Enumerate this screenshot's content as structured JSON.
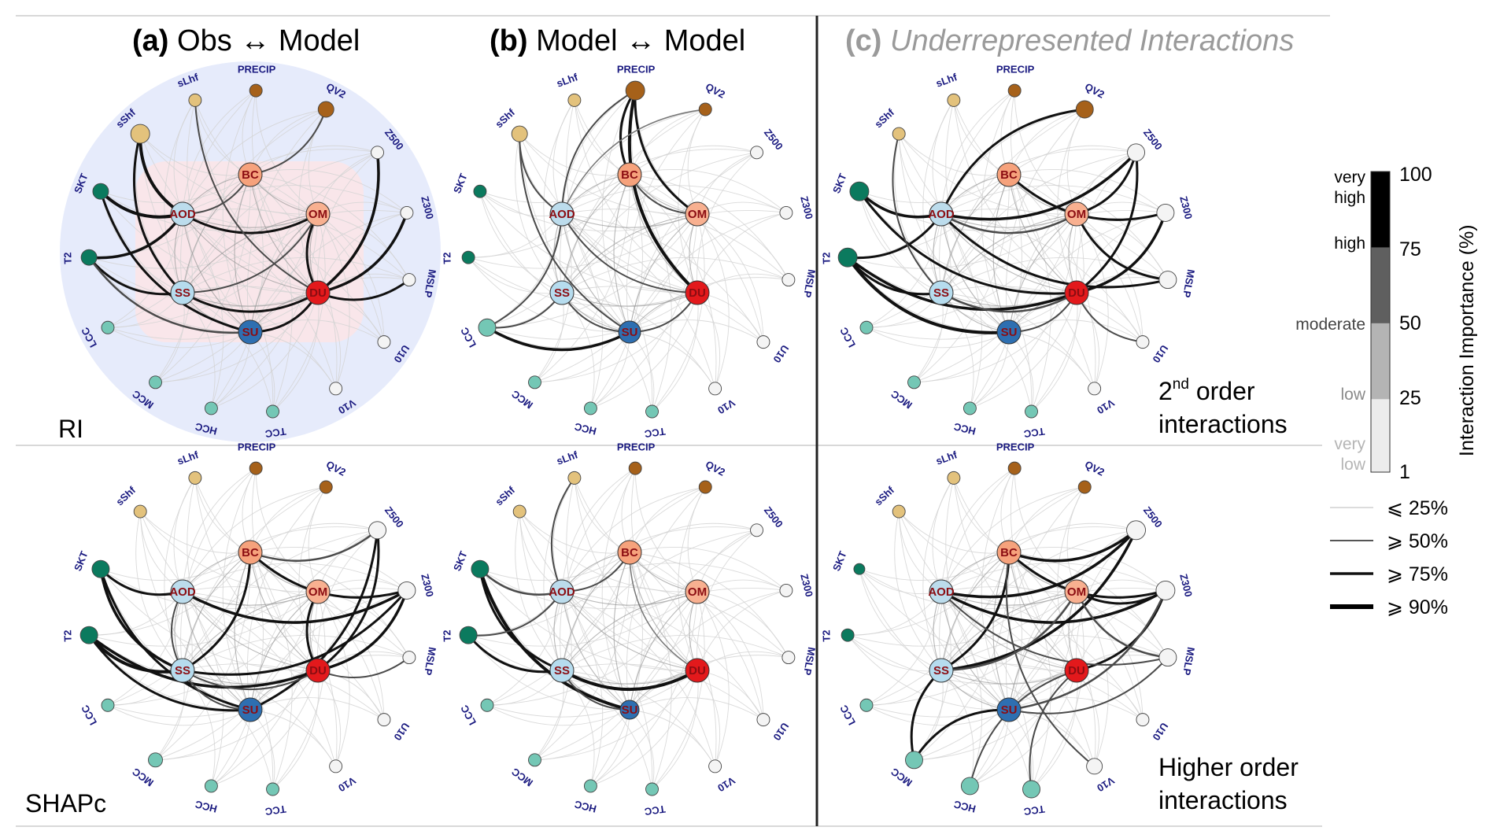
{
  "titles": {
    "a_tag": "(a)",
    "a_text": "Obs ↔ Model",
    "b_tag": "(b)",
    "b_text": "Model ↔ Model",
    "c_tag": "(c)",
    "c_text": "Underrepresented Interactions"
  },
  "row_labels": {
    "top": "RI",
    "bottom": "SHAPc"
  },
  "panel_notes": {
    "second_sup": "nd",
    "second_pre": "2",
    "second_line1_rest": " order",
    "second_line2": "interactions",
    "higher_line1": "Higher order",
    "higher_line2": "interactions"
  },
  "colorbar": {
    "title": "Interaction Importance (%)",
    "ticks": [
      "100",
      "75",
      "50",
      "25",
      "1"
    ],
    "levels": [
      "very",
      "high",
      "high",
      "moderate",
      "low",
      "very",
      "low"
    ],
    "segments": [
      {
        "from": 75,
        "to": 100,
        "color": "#000000"
      },
      {
        "from": 50,
        "to": 75,
        "color": "#5f5f5f"
      },
      {
        "from": 25,
        "to": 50,
        "color": "#b4b4b4"
      },
      {
        "from": 1,
        "to": 25,
        "color": "#ececec"
      }
    ]
  },
  "line_legend": [
    {
      "label": "⩽ 25%",
      "width": 1.2,
      "color": "#c8c8c8"
    },
    {
      "label": "⩾ 50%",
      "width": 2,
      "color": "#555555"
    },
    {
      "label": "⩾ 75%",
      "width": 3.5,
      "color": "#111111"
    },
    {
      "label": "⩾ 90%",
      "width": 6,
      "color": "#000000"
    }
  ],
  "node_colors": {
    "flux": "#e3c27c",
    "precip": "#a6611a",
    "skt": "#0b7a5e",
    "cloud": "#74c7b5",
    "met": "#f4f4f4",
    "bc": "#f6a27c",
    "om": "#f8b090",
    "du": "#e3191c",
    "su": "#2e6fb1",
    "ss": "#b6dcee",
    "aod": "#bcdcec"
  },
  "aerosols": [
    {
      "id": "BC",
      "label": "BC",
      "color": "bc"
    },
    {
      "id": "AOD",
      "label": "AOD",
      "color": "aod"
    },
    {
      "id": "OM",
      "label": "OM",
      "color": "om"
    },
    {
      "id": "SS",
      "label": "SS",
      "color": "ss"
    },
    {
      "id": "DU",
      "label": "DU",
      "color": "du"
    },
    {
      "id": "SU",
      "label": "SU",
      "color": "su"
    }
  ],
  "variables": [
    {
      "id": "PRECIP",
      "label": "PRECIP",
      "color": "precip"
    },
    {
      "id": "QV2",
      "label": "QV2",
      "color": "precip"
    },
    {
      "id": "Z500",
      "label": "Z500",
      "color": "met"
    },
    {
      "id": "Z300",
      "label": "Z300",
      "color": "met"
    },
    {
      "id": "MSLP",
      "label": "MSLP",
      "color": "met"
    },
    {
      "id": "U10",
      "label": "U10",
      "color": "met"
    },
    {
      "id": "V10",
      "label": "V10",
      "color": "met"
    },
    {
      "id": "TCC",
      "label": "TCC",
      "color": "cloud"
    },
    {
      "id": "HCC",
      "label": "HCC",
      "color": "cloud"
    },
    {
      "id": "MCC",
      "label": "MCC",
      "color": "cloud"
    },
    {
      "id": "LCC",
      "label": "LCC",
      "color": "cloud"
    },
    {
      "id": "T2",
      "label": "T2",
      "color": "skt"
    },
    {
      "id": "SKT",
      "label": "SKT",
      "color": "skt"
    },
    {
      "id": "sShf",
      "label": "sShf",
      "color": "flux"
    },
    {
      "id": "sLhf",
      "label": "sLhf",
      "color": "flux"
    }
  ],
  "panels": [
    {
      "id": "a-ri",
      "strong": [
        [
          "SKT",
          "AOD",
          4
        ],
        [
          "T2",
          "AOD",
          3.5
        ],
        [
          "T2",
          "SS",
          3
        ],
        [
          "T2",
          "SU",
          2.5
        ],
        [
          "sShf",
          "AOD",
          4
        ],
        [
          "sShf",
          "SS",
          3
        ],
        [
          "AOD",
          "OM",
          3
        ],
        [
          "SS",
          "DU",
          3
        ],
        [
          "SU",
          "DU",
          3
        ],
        [
          "OM",
          "DU",
          3
        ],
        [
          "DU",
          "Z300",
          3.5
        ],
        [
          "DU",
          "MSLP",
          3
        ],
        [
          "DU",
          "Z500",
          3.5
        ],
        [
          "BC",
          "QV2",
          2
        ],
        [
          "SKT",
          "SU",
          3
        ],
        [
          "AOD",
          "BC",
          2
        ],
        [
          "sLhf",
          "DU",
          2
        ],
        [
          "SS",
          "OM",
          2
        ]
      ],
      "node_size": {
        "PRECIP": 8,
        "QV2": 10,
        "sShf": 12,
        "SKT": 10,
        "T2": 10
      }
    },
    {
      "id": "b-ri",
      "strong": [
        [
          "PRECIP",
          "DU",
          4
        ],
        [
          "PRECIP",
          "BC",
          3
        ],
        [
          "PRECIP",
          "OM",
          3
        ],
        [
          "PRECIP",
          "AOD",
          2
        ],
        [
          "LCC",
          "SU",
          3.5
        ],
        [
          "LCC",
          "AOD",
          2
        ],
        [
          "LCC",
          "SS",
          2
        ],
        [
          "SS",
          "SU",
          2
        ],
        [
          "AOD",
          "DU",
          2
        ],
        [
          "sShf",
          "AOD",
          2
        ],
        [
          "sShf",
          "SU",
          2
        ],
        [
          "BC",
          "OM",
          2
        ],
        [
          "SU",
          "DU",
          2
        ],
        [
          "QV2",
          "AOD",
          1.5
        ]
      ],
      "node_size": {
        "PRECIP": 12,
        "LCC": 11,
        "sShf": 10,
        "DU": 15,
        "SU": 14
      }
    },
    {
      "id": "c-ri",
      "strong": [
        [
          "T2",
          "SU",
          4
        ],
        [
          "T2",
          "DU",
          3.5
        ],
        [
          "T2",
          "SS",
          3
        ],
        [
          "T2",
          "AOD",
          3
        ],
        [
          "SKT",
          "AOD",
          3.5
        ],
        [
          "SKT",
          "DU",
          3
        ],
        [
          "AOD",
          "Z500",
          3.5
        ],
        [
          "AOD",
          "MSLP",
          3
        ],
        [
          "AOD",
          "OM",
          2.5
        ],
        [
          "BC",
          "Z300",
          3
        ],
        [
          "OM",
          "Z500",
          3
        ],
        [
          "OM",
          "MSLP",
          3
        ],
        [
          "DU",
          "Z300",
          3.5
        ],
        [
          "DU",
          "Z500",
          3
        ],
        [
          "SS",
          "DU",
          2.5
        ],
        [
          "QV2",
          "AOD",
          3
        ],
        [
          "sShf",
          "SS",
          2
        ],
        [
          "DU",
          "U10",
          2
        ],
        [
          "SU",
          "DU",
          2
        ]
      ],
      "node_size": {
        "SKT": 12,
        "T2": 12,
        "QV2": 11,
        "Z500": 11,
        "Z300": 11,
        "MSLP": 11
      }
    },
    {
      "id": "a-shap",
      "strong": [
        [
          "T2",
          "SS",
          4
        ],
        [
          "T2",
          "DU",
          3.5
        ],
        [
          "T2",
          "SU",
          3
        ],
        [
          "SKT",
          "SS",
          3.5
        ],
        [
          "SKT",
          "AOD",
          3
        ],
        [
          "SKT",
          "SU",
          3
        ],
        [
          "SS",
          "Z300",
          3
        ],
        [
          "SS",
          "BC",
          3
        ],
        [
          "AOD",
          "Z300",
          3.5
        ],
        [
          "BC",
          "Z300",
          3
        ],
        [
          "OM",
          "DU",
          3
        ],
        [
          "DU",
          "Z300",
          3.5
        ],
        [
          "DU",
          "Z500",
          3
        ],
        [
          "SU",
          "Z500",
          3
        ],
        [
          "SS",
          "DU",
          2
        ],
        [
          "BC",
          "Z500",
          2.5
        ],
        [
          "AOD",
          "SS",
          2
        ],
        [
          "DU",
          "MSLP",
          2
        ],
        [
          "SS",
          "SU",
          2
        ]
      ],
      "node_size": {
        "SKT": 11,
        "T2": 11,
        "Z300": 11,
        "Z500": 11,
        "MCC": 9
      }
    },
    {
      "id": "b-shap",
      "strong": [
        [
          "SKT",
          "SU",
          4
        ],
        [
          "SKT",
          "SS",
          3
        ],
        [
          "SKT",
          "AOD",
          2.5
        ],
        [
          "T2",
          "SS",
          3
        ],
        [
          "T2",
          "AOD",
          2
        ],
        [
          "SS",
          "DU",
          4
        ],
        [
          "SS",
          "SU",
          2
        ],
        [
          "sLhf",
          "AOD",
          2
        ],
        [
          "AOD",
          "BC",
          2
        ],
        [
          "BC",
          "DU",
          1.5
        ]
      ],
      "node_size": {
        "SKT": 11,
        "T2": 11,
        "DU": 15,
        "SU": 12
      }
    },
    {
      "id": "c-shap",
      "strong": [
        [
          "AOD",
          "Z500",
          3.5
        ],
        [
          "AOD",
          "Z300",
          3.5
        ],
        [
          "BC",
          "Z500",
          3.5
        ],
        [
          "BC",
          "Z300",
          3
        ],
        [
          "SS",
          "Z500",
          3.5
        ],
        [
          "SS",
          "BC",
          3
        ],
        [
          "OM",
          "Z300",
          3
        ],
        [
          "DU",
          "Z300",
          3
        ],
        [
          "OM",
          "MSLP",
          2.5
        ],
        [
          "SS",
          "MCC",
          3
        ],
        [
          "SU",
          "MCC",
          3
        ],
        [
          "SS",
          "OM",
          2.5
        ],
        [
          "AOD",
          "MSLP",
          2
        ],
        [
          "SU",
          "Z300",
          2.5
        ],
        [
          "SU",
          "MSLP",
          2
        ],
        [
          "DU",
          "HCC",
          2
        ],
        [
          "DU",
          "TCC",
          2
        ],
        [
          "BC",
          "V10",
          2
        ]
      ],
      "node_size": {
        "Z500": 12,
        "Z300": 12,
        "MSLP": 11,
        "MCC": 11,
        "HCC": 11,
        "TCC": 11,
        "V10": 10,
        "SKT": 7,
        "T2": 8
      }
    }
  ]
}
